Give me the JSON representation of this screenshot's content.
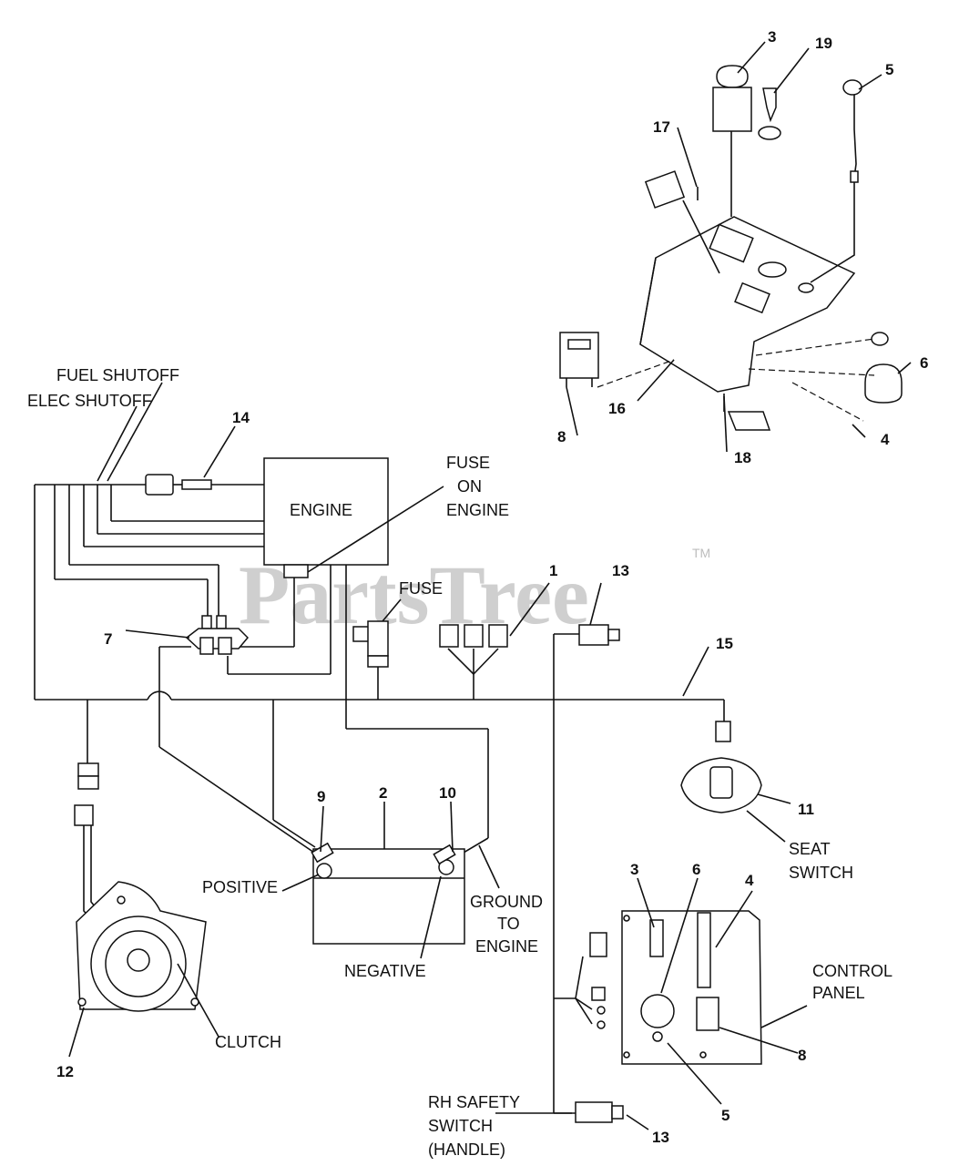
{
  "watermark": {
    "text": "PartsTree",
    "trademark": "TM"
  },
  "labels": {
    "fuel_shutoff": "FUEL SHUTOFF",
    "elec_shutoff": "ELEC SHUTOFF",
    "engine": "ENGINE",
    "fuse_on_engine_1": "FUSE",
    "fuse_on_engine_2": "ON",
    "fuse_on_engine_3": "ENGINE",
    "fuse": "FUSE",
    "positive": "POSITIVE",
    "negative": "NEGATIVE",
    "ground_1": "GROUND",
    "ground_2": "TO",
    "ground_3": "ENGINE",
    "clutch": "CLUTCH",
    "seat_switch_1": "SEAT",
    "seat_switch_2": "SWITCH",
    "control_panel_1": "CONTROL",
    "control_panel_2": "PANEL",
    "rh_safety_1": "RH SAFETY",
    "rh_safety_2": "SWITCH",
    "rh_safety_3": "(HANDLE)"
  },
  "callouts": {
    "c1": "1",
    "c2": "2",
    "c3_top": "3",
    "c3_panel": "3",
    "c4_top": "4",
    "c4_panel": "4",
    "c5_top": "5",
    "c5_panel": "5",
    "c6_top": "6",
    "c6_panel": "6",
    "c7": "7",
    "c8_top": "8",
    "c8_panel": "8",
    "c9": "9",
    "c10": "10",
    "c11": "11",
    "c12": "12",
    "c13_top": "13",
    "c13_bottom": "13",
    "c14": "14",
    "c15": "15",
    "c16": "16",
    "c17": "17",
    "c18": "18",
    "c19": "19"
  }
}
